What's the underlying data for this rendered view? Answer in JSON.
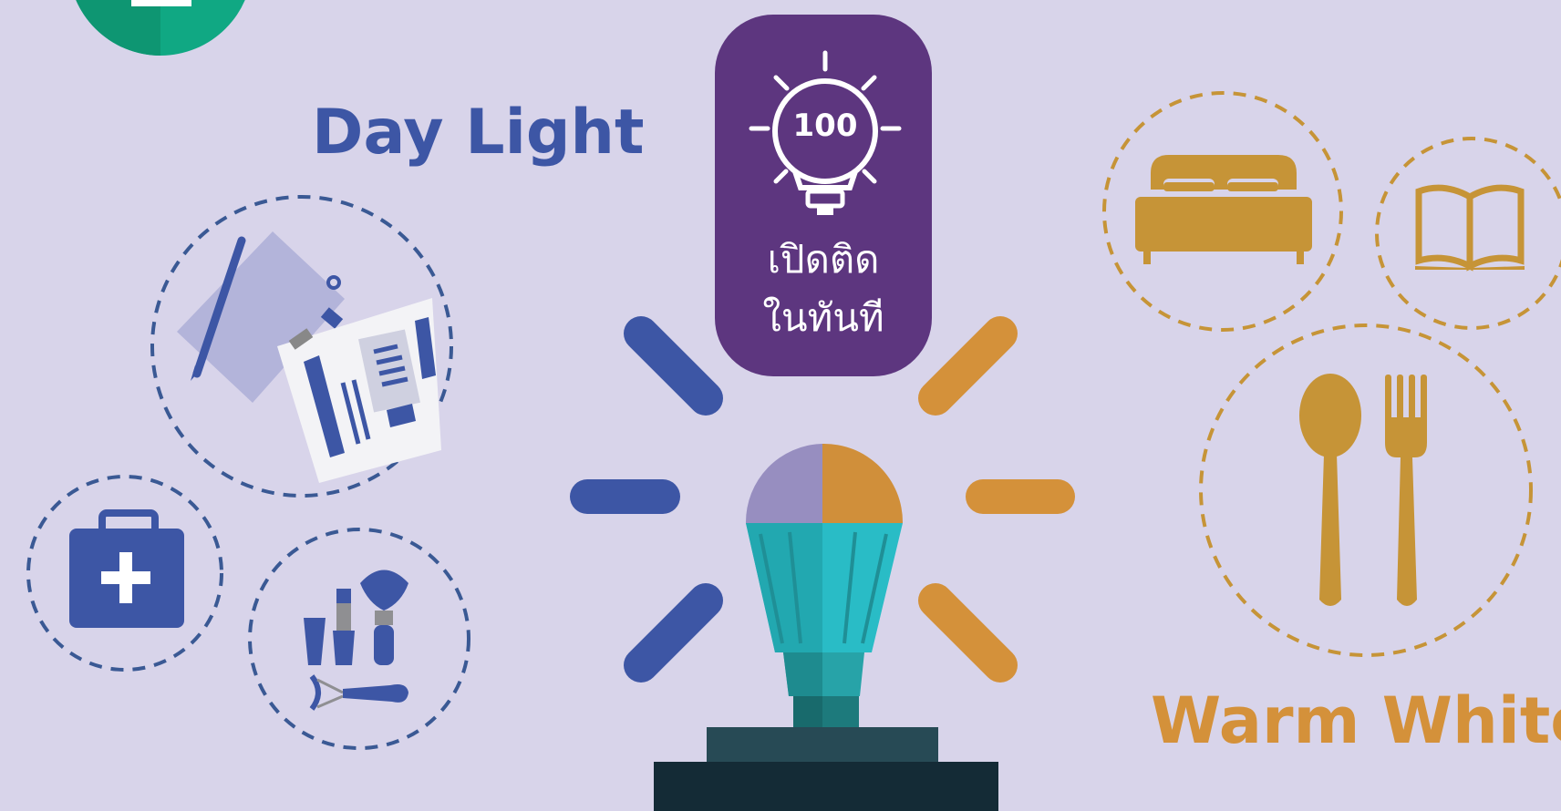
{
  "labels": {
    "day_light": "Day Light",
    "warm_white": "Warm White"
  },
  "badge": {
    "number": "100",
    "line1": "เปิดติด",
    "line2": "ในทันที"
  },
  "colors": {
    "background": "#d8d4ea",
    "daylight_blue": "#3d56a5",
    "warm_orange": "#d4913a",
    "badge_purple": "#5d367f",
    "bulb_teal": "#29bcc6",
    "base_dark": "#1c3640",
    "green_tab": "#10a883"
  },
  "icons": {
    "daylight_group": [
      "documents-icon",
      "first-aid-kit-icon",
      "makeup-icon"
    ],
    "warm_white_group": [
      "bed-icon",
      "open-book-icon",
      "spoon-fork-icon"
    ],
    "center": [
      "light-bulb-icon",
      "lamp-base-icon"
    ]
  }
}
